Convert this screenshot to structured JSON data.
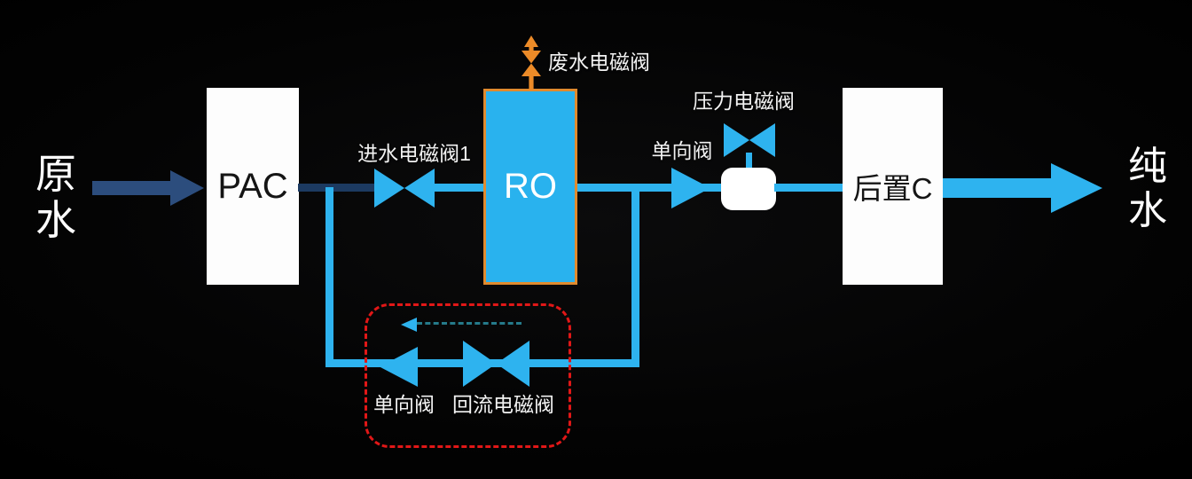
{
  "diagram": {
    "labels": {
      "raw_water": "原水",
      "pac": "PAC",
      "inlet_valve": "进水电磁阀1",
      "ro_membrane": "RO",
      "waste_valve": "废水电磁阀",
      "check_valve_main": "单向阀",
      "pressure_valve": "压力电磁阀",
      "post_carbon": "后置C",
      "pure_water": "纯水",
      "check_valve_loop": "单向阀",
      "return_valve": "回流电磁阀"
    },
    "colors": {
      "pipe_blue": "#2eb3ef",
      "feed_arrow_navy": "#2c4d7d",
      "feed_pipe_dark": "#1c3a61",
      "waste_valve_orange": "#ec8b28",
      "ro_fill_blue": "#29b2ee",
      "ro_border_orange": "#e08a2e",
      "loop_boundary_red": "#e11717",
      "return_arrow_teal": "#257a8a",
      "box_fill_white": "#ffffff",
      "label_text_white": "#ffffff",
      "box_text_black": "#151515",
      "background_black": "#000000"
    }
  }
}
